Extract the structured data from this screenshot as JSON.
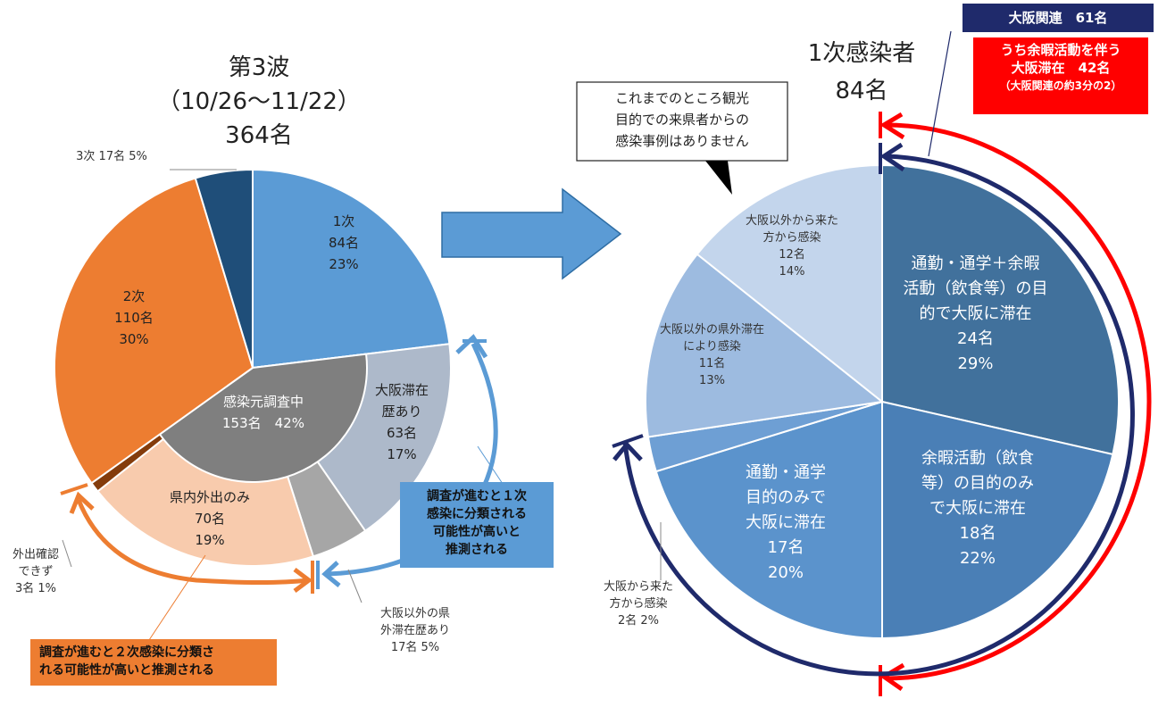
{
  "left": {
    "title": "第3波",
    "period": "（10/26～11/22）",
    "total": "364名",
    "labels": {
      "primary": [
        "1次",
        "84名",
        "23%"
      ],
      "secondary": [
        "2次",
        "110名",
        "30%"
      ],
      "tertiary": "3次 17名 5%",
      "investigating": [
        "感染元調査中",
        "153名　42%"
      ],
      "osaka_stay": [
        "大阪滞在",
        "歴あり",
        "63名",
        "17%"
      ],
      "prefecture_only": [
        "県内外出のみ",
        "70名",
        "19%"
      ],
      "out_of_pref": [
        "大阪以外の県",
        "外滞在歴あり",
        "17名 5%"
      ],
      "unconfirmed": [
        "外出確認",
        "できず",
        "3名 1%"
      ]
    },
    "note_primary": "調査が進むと１次\n感染に分類される\n可能性が高いと\n推測される",
    "note_secondary": "調査が進むと２次感染に分類さ\nれる可能性が高いと推測される"
  },
  "right": {
    "title": "1次感染者",
    "total": "84名",
    "callout": "これまでのところ観光\n目的での来県者からの\n感染事例はありません",
    "osaka_related": "大阪関連　61名",
    "leisure_stay": [
      "うち余暇活動を伴う",
      "大阪滞在　42名",
      "（大阪関連の約3分の2）"
    ],
    "labels": {
      "commute_leisure": [
        "通勤・通学＋余暇",
        "活動（飲食等）の目",
        "的で大阪に滞在",
        "24名",
        "29%"
      ],
      "leisure": [
        "余暇活動（飲食",
        "等）の目的のみ",
        "で大阪に滞在",
        "18名",
        "22%"
      ],
      "commute": [
        "通勤・通学",
        "目的のみで",
        "大阪に滞在",
        "17名",
        "20%"
      ],
      "from_osaka": [
        "大阪から来た",
        "方から感染",
        "2名 2%"
      ],
      "out_of_osaka_pref": [
        "大阪以外の県外滞在",
        "により感染",
        "11名",
        "13%"
      ],
      "from_outside_osaka": [
        "大阪以外から来た",
        "方から感染",
        "12名",
        "14%"
      ]
    }
  },
  "colors": {
    "primary": "#5b9bd5",
    "secondary": "#ed7d31",
    "tertiary": "#1f4e79",
    "investigating": "#7f7f7f",
    "osaka_stay": "#adb9ca",
    "out_of_pref": "#a6a6a6",
    "prefecture_only": "#f8cbad",
    "unconfirmed": "#843c0c",
    "r1": "#41719c",
    "r2": "#4a7fb6",
    "r3": "#5b93cc",
    "r4": "#6e9fd4",
    "r5": "#9dbbe0",
    "r6": "#c3d5ec",
    "red": "#ff0000",
    "navy": "#1f2a6b",
    "blue_arrow": "#5b9bd5",
    "orange_arrow": "#ed7d31"
  },
  "chart_data": [
    {
      "type": "pie",
      "title": "第3波（10/26～11/22）364名",
      "categories": [
        "1次",
        "2次",
        "3次"
      ],
      "values": [
        84,
        110,
        17
      ],
      "inner_categories": [
        "感染元調査中: 大阪滞在歴あり",
        "感染元調査中: 大阪以外の県外滞在歴あり",
        "感染元調査中: 県内外出のみ",
        "感染元調査中: 外出確認できず"
      ],
      "inner_values": [
        63,
        17,
        70,
        3
      ]
    },
    {
      "type": "pie",
      "title": "1次感染者 84名",
      "categories": [
        "通勤・通学＋余暇活動（飲食等）の目的で大阪に滞在",
        "余暇活動（飲食等）の目的のみで大阪に滞在",
        "通勤・通学目的のみで大阪に滞在",
        "大阪から来た方から感染",
        "大阪以外の県外滞在により感染",
        "大阪以外から来た方から感染"
      ],
      "values": [
        24,
        18,
        17,
        2,
        11,
        12
      ]
    }
  ]
}
